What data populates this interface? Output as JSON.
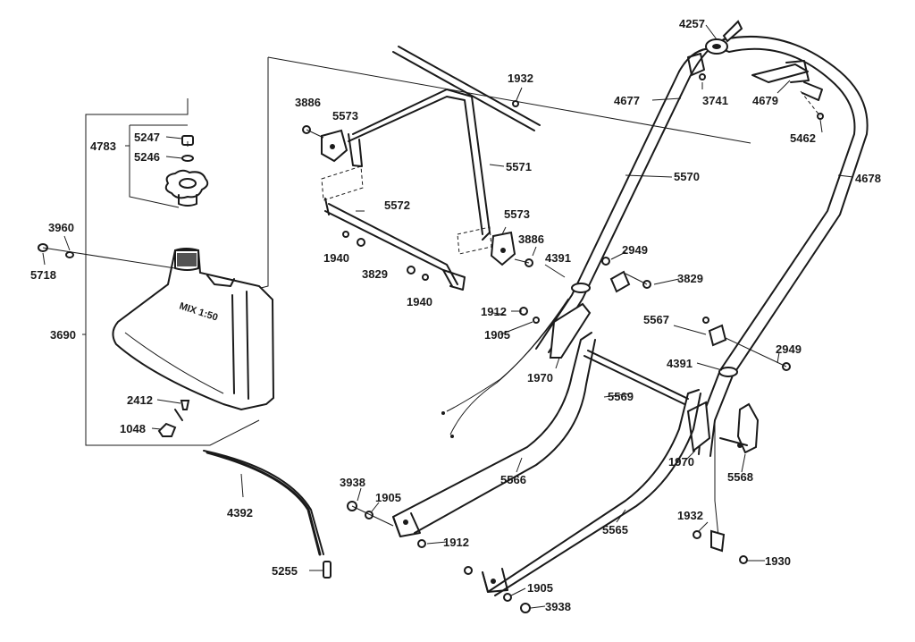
{
  "tank": {
    "text": "MIX 1:50"
  },
  "labels": {
    "l4257": "4257",
    "l4677": "4677",
    "l3741": "3741",
    "l4679": "4679",
    "l5462": "5462",
    "l4678": "4678",
    "l5570": "5570",
    "l1932a": "1932",
    "l5571": "5571",
    "l3886a": "3886",
    "l5573a": "5573",
    "l5572": "5572",
    "l5573b": "5573",
    "l3886b": "3886",
    "l4391a": "4391",
    "l2949a": "2949",
    "l3829a": "3829",
    "l1940a": "1940",
    "l3829b": "3829",
    "l1940b": "1940",
    "l1912a": "1912",
    "l1905a": "1905",
    "l5567": "5567",
    "l1970a": "1970",
    "l4391b": "4391",
    "l2949b": "2949",
    "l5569": "5569",
    "l1970b": "1970",
    "l5568": "5568",
    "l5566": "5566",
    "l5565": "5565",
    "l3938a": "3938",
    "l1905b": "1905",
    "l1912b": "1912",
    "l1905c": "1905",
    "l3938b": "3938",
    "l1932b": "1932",
    "l1930": "1930",
    "l4783": "4783",
    "l5247": "5247",
    "l5246": "5246",
    "l3960": "3960",
    "l5718": "5718",
    "l3690": "3690",
    "l2412": "2412",
    "l1048": "1048",
    "l4392": "4392",
    "l5255": "5255"
  }
}
